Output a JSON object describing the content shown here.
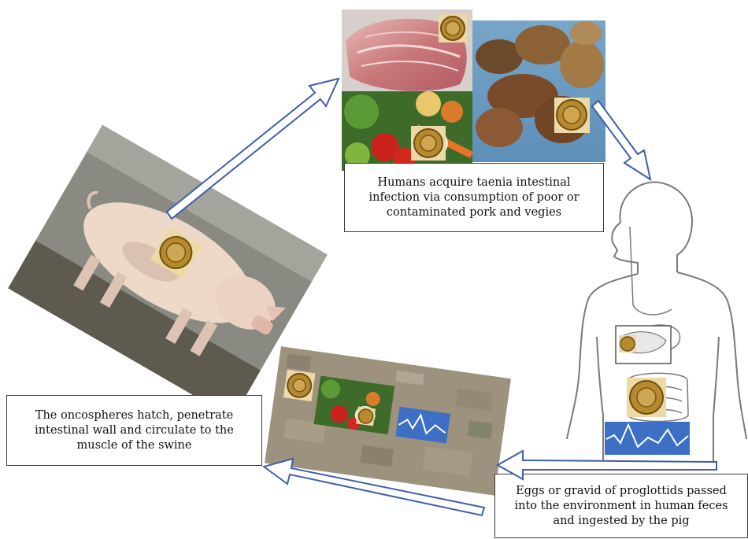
{
  "captions": {
    "humans": {
      "lines": [
        "Humans acquire taenia intestinal",
        "infection via consumption of poor or",
        "contaminated pork and vegies"
      ]
    },
    "eggs": {
      "lines": [
        "Eggs or gravid of proglottids passed",
        "into the environment in human feces",
        "and ingested by the pig"
      ]
    },
    "oncospheres": {
      "lines": [
        "The oncospheres hatch, penetrate",
        "intestinal wall and circulate to the",
        "muscle of the swine"
      ]
    }
  },
  "colors": {
    "arrow_stroke": "#3f5fa8",
    "arrow_fill": "#ffffff",
    "caption_border": "#3a3a3a",
    "egg_badge": "#b68a2e",
    "body_outline": "#7a7a7a"
  }
}
